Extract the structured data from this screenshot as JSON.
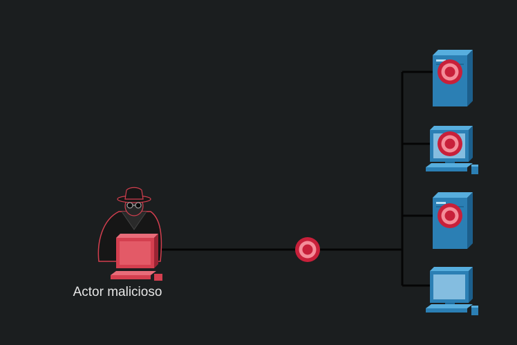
{
  "actor": {
    "label": "Actor malicioso",
    "icon": "hacker-icon"
  },
  "network": {
    "packet_icon": "target-icon",
    "devices": [
      {
        "type": "server",
        "icon": "server-icon",
        "targeted": true
      },
      {
        "type": "workstation",
        "icon": "desktop-computer-icon",
        "targeted": true
      },
      {
        "type": "server",
        "icon": "server-icon",
        "targeted": true
      },
      {
        "type": "workstation",
        "icon": "desktop-computer-icon",
        "targeted": false
      }
    ]
  },
  "colors": {
    "background": "#1b1e1f",
    "link": "#050505",
    "device_blue": "#2b7fb4",
    "attacker_red": "#d43f4f",
    "target_red": "#c8203a"
  }
}
